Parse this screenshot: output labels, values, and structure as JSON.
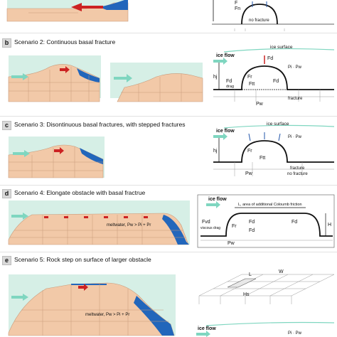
{
  "colors": {
    "ice": "#f2c9a8",
    "ice_edge": "#c79a7a",
    "sky": "#d6efe6",
    "meltwater": "#2266bb",
    "flow_arrow": "#7fd6c0",
    "force_red": "#cc2222",
    "force_blue": "#2255aa"
  },
  "top_partial": {
    "labels": {
      "f": "F",
      "fn": "Fn",
      "no_fracture": "no fracture"
    }
  },
  "scenarios": [
    {
      "letter": "b",
      "title": "Scenario 2: Continuous basal fracture",
      "diagram": {
        "ice_surface": "ice surface",
        "ice_flow": "ice flow",
        "hj": "hj",
        "fd": "Fd",
        "fd_drag": "drag",
        "fr": "Fr",
        "ftt": "Ftt",
        "pw": "Pw",
        "pi_pw": "Pi · Pw",
        "fracture": "fracture"
      }
    },
    {
      "letter": "c",
      "title": "Scenario 3: Disontinuous basal fractures, with stepped fractures",
      "diagram": {
        "ice_surface": "ice surface",
        "ice_flow": "ice flow",
        "hj": "hj",
        "pi_pw": "Pi · Pw",
        "fr": "Fr",
        "ftt": "Ftt",
        "pw": "Pw",
        "fracture": "fracture",
        "no_fracture": "no fracture"
      }
    },
    {
      "letter": "d",
      "title": "Scenario 4: Elongate obstacle with basal fractrue",
      "left": {
        "meltwater": "meltwater, Pw > Pi + Pr"
      },
      "diagram": {
        "ice_flow": "ice flow",
        "l_area": "L, area of additional Coloumb friction",
        "fvd": "Fvd",
        "fvd_note": "viscous drag",
        "fr": "Fr",
        "fd": "Fd",
        "pw": "Pw",
        "h": "H"
      }
    },
    {
      "letter": "e",
      "title": "Scenario 5: Rock step on surface of larger obstacle",
      "left": {
        "meltwater": "meltwater, Pw > Pi + Pr"
      },
      "diagram": {
        "l": "L",
        "w": "W",
        "hs": "Hs",
        "ice_flow": "ice flow",
        "pi_pw": "Pi · Pw"
      }
    }
  ]
}
